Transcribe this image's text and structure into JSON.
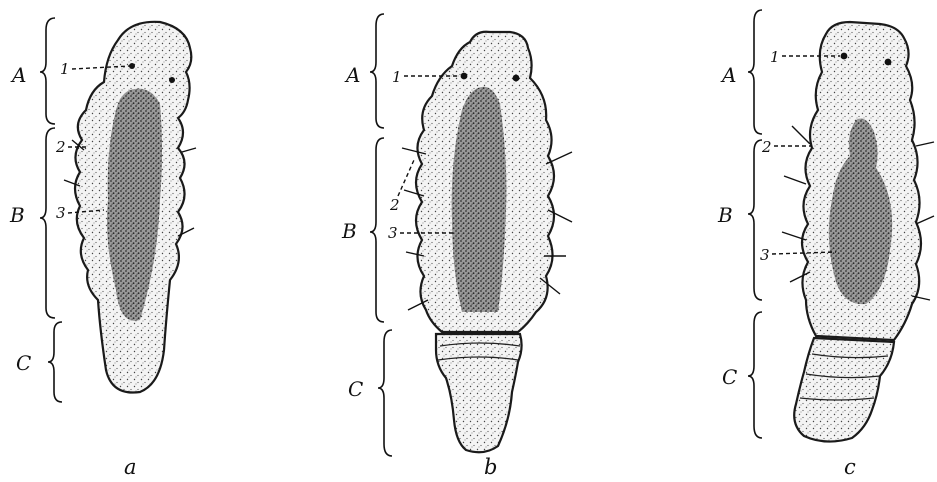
{
  "panels": [
    {
      "caption": "a",
      "segments": {
        "head": "A",
        "trunk": "B",
        "tail": "C"
      },
      "markers": [
        "1",
        "2",
        "3"
      ]
    },
    {
      "caption": "b",
      "segments": {
        "head": "A",
        "trunk": "B",
        "tail": "C"
      },
      "markers": [
        "1",
        "2",
        "3"
      ]
    },
    {
      "caption": "c",
      "segments": {
        "head": "A",
        "trunk": "B",
        "tail": "C"
      },
      "markers": [
        "1",
        "2",
        "3"
      ]
    }
  ],
  "colors": {
    "ink": "#111111",
    "background": "#ffffff"
  }
}
